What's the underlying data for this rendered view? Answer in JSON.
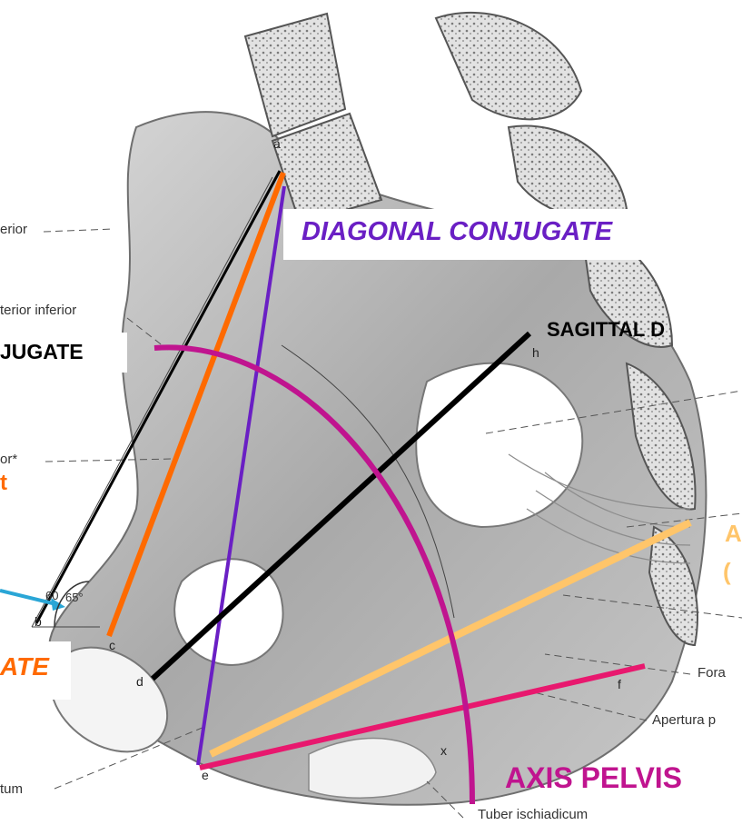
{
  "labels": {
    "diagonal_conjugate": "DIAGONAL CONJUGATE",
    "sagittal": "SAGITTAL D",
    "conjugate_left": "JUGATE",
    "conjugate_orange": "ATE",
    "orange_t": "t",
    "axis_pelvis": "AXIS PELVIS",
    "yellow_a": "A",
    "yellow_paren": "(",
    "anatomy_erior": "erior",
    "anatomy_anterior_inferior": "terior inferior",
    "anatomy_or": "or*",
    "anatomy_tum": "tum",
    "anatomy_fora": "Fora",
    "anatomy_apertura": "Apertura p",
    "anatomy_tuber": "Tuber ischiadicum",
    "angle_left": "60",
    "angle_right": "65°"
  },
  "points": {
    "a": "a",
    "b": "b",
    "c": "c",
    "d": "d",
    "e": "e",
    "f": "f",
    "h": "h",
    "x": "x"
  },
  "colors": {
    "purple": "#6a1fc4",
    "orange": "#ff6a00",
    "black": "#000000",
    "magenta": "#c0148f",
    "yellow": "#ffc56a",
    "pink": "#e8186e",
    "cyan": "#2aa6d6",
    "bone_dark": "#8a8a8a",
    "bone_light": "#dcdcdc"
  }
}
